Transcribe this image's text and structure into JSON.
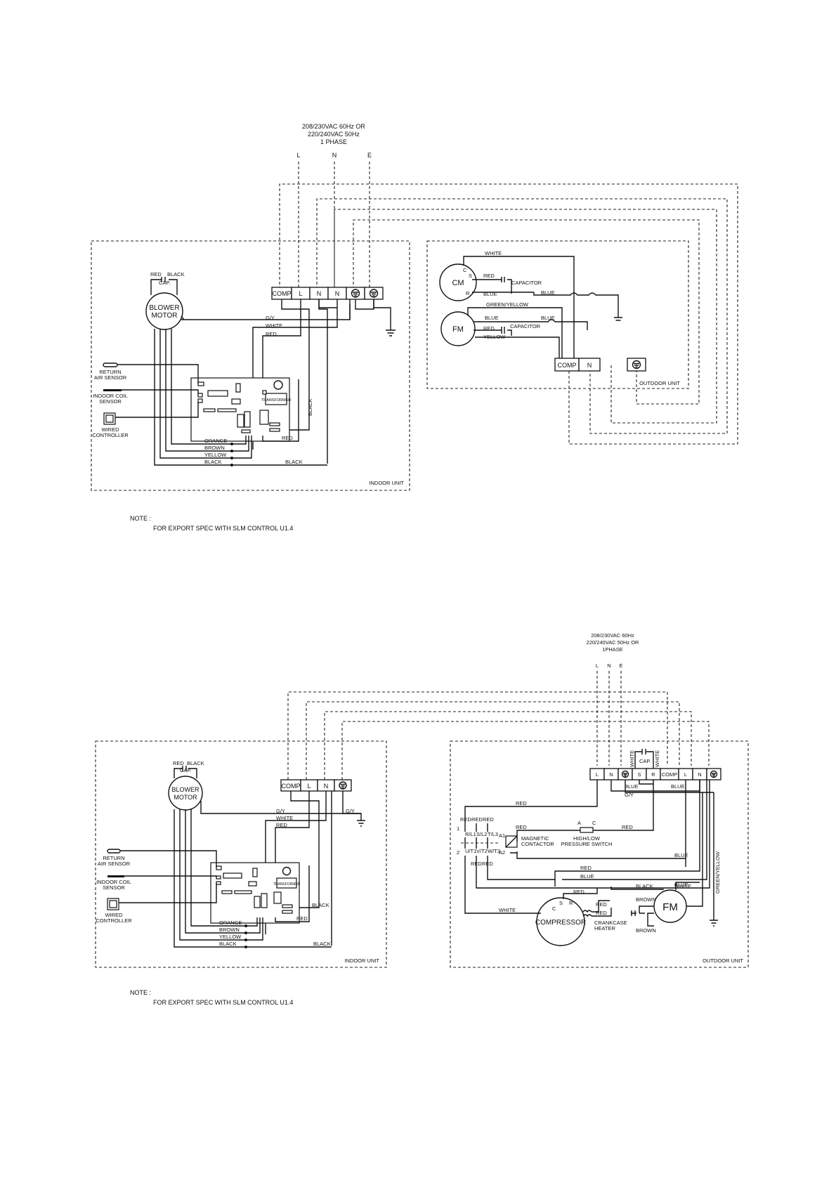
{
  "diagram1": {
    "supply": [
      "208/230VAC 60Hz OR",
      "220/240VAC 50Hz",
      "1 PHASE"
    ],
    "supply_terms": [
      "L",
      "N",
      "E"
    ],
    "indoor_terminals": [
      "COMP",
      "L",
      "N",
      "N"
    ],
    "cap_label": "CAP.",
    "cap_wires": [
      "RED",
      "BLACK"
    ],
    "blower": [
      "BLOWER",
      "MOTOR"
    ],
    "wires": {
      "gy": "G/Y",
      "white": "WHITE",
      "red": "RED",
      "black": "BLACK",
      "orange": "ORANGE",
      "brown": "BROWN",
      "yellow": "YELLOW",
      "black2": "BLACK",
      "red2": "RED"
    },
    "sensors": [
      "RETURN",
      "AIR SENSOR",
      "INDOOR COIL",
      "SENSOR",
      "WIRED",
      "CONTROLLER"
    ],
    "board": {
      "transformer": "TRANSFORMER"
    },
    "indoor_unit": "INDOOR UNIT",
    "outdoor": {
      "cm": "CM",
      "fm": "FM",
      "c": "C",
      "s": "S",
      "r": "R",
      "white": "WHITE",
      "red": "RED",
      "blue": "BLUE",
      "capacitor": "CAPACITOR",
      "blue2": "BLUE",
      "greenyellow": "GREEN/YELLOW",
      "blue3": "BLUE",
      "blue4": "BLUE",
      "red2": "RED",
      "capacitor2": "CAPACITOR",
      "yellow": "YELLOW",
      "terms": [
        "COMP",
        "N"
      ],
      "unit": "OUTDOOR UNIT"
    },
    "note": "NOTE :",
    "note_text": "FOR EXPORT SPEC WITH SLM CONTROL U1.4"
  },
  "diagram2": {
    "supply": [
      "208/230VAC 60Hz",
      "220/240VAC 50Hz OR",
      "1PHASE"
    ],
    "supply_terms": [
      "L",
      "N",
      "E"
    ],
    "indoor_terminals": [
      "COMP",
      "L",
      "N"
    ],
    "cap_label": "CAP.",
    "cap_wires": [
      "RED",
      "BLACK"
    ],
    "blower": [
      "BLOWER",
      "MOTOR"
    ],
    "wires": {
      "gy": "G/Y",
      "gy2": "G/Y",
      "white": "WHITE",
      "red": "RED",
      "black": "BLACK",
      "orange": "ORANGE",
      "brown": "BROWN",
      "yellow": "YELLOW",
      "black2": "BLACK",
      "red2": "RED"
    },
    "sensors": [
      "RETURN",
      "AIR SENSOR",
      "INDOOR COIL",
      "SENSOR",
      "WIRED",
      "CONTROLLER"
    ],
    "board": {
      "transformer": "TRANSFORMER"
    },
    "indoor_unit": "INDOOR UNIT",
    "outdoor": {
      "terms": [
        "L",
        "N",
        "S",
        "R",
        "COMP",
        "L",
        "N"
      ],
      "white_a": "WHITE",
      "white_b": "WHITE",
      "cap": "CAP.",
      "blue_a": "BLUE",
      "blue_b": "BLUE",
      "gy": "G/Y",
      "red_a": "RED",
      "red_b": "RED",
      "red_c": "RED",
      "red_d": "RED",
      "red_e": "RED",
      "red_f": "RED",
      "red_g": "RED",
      "red_h": "RED",
      "red_i": "RED",
      "red_j": "RED",
      "red_k": "RED",
      "red_l": "RED",
      "contactor_top": [
        "R/L1",
        "S/L2",
        "T/L3"
      ],
      "contactor_bot": [
        "U/T1",
        "V/T2",
        "W/T3"
      ],
      "contactor_nums": [
        "1",
        "2"
      ],
      "a1": "A1",
      "a2": "A2",
      "contactor": [
        "MAGNETIC",
        "CONTACTOR"
      ],
      "switch_ac": [
        "A",
        "C"
      ],
      "pressure": [
        "HIGH/LOW",
        "PRESSURE SWITCH"
      ],
      "blue_c": "BLUE",
      "blue_d": "BLUE",
      "blue_e": "BLUE",
      "black": "BLACK",
      "white_c": "WHITE",
      "white_d": "WHITE",
      "brown_a": "BROWN",
      "brown_b": "BROWN",
      "greenyellow": "GREEN/YELLOW",
      "fm": "FM",
      "compressor": "COMPRESSOR",
      "c": "C",
      "s": "S",
      "r": "R",
      "crankcase": [
        "CRANKCASE",
        "HEATER"
      ],
      "unit": "OUTDOOR UNIT"
    },
    "note": "NOTE :",
    "note_text": "FOR EXPORT SPEC WITH SLM CONTROL U1.4"
  }
}
